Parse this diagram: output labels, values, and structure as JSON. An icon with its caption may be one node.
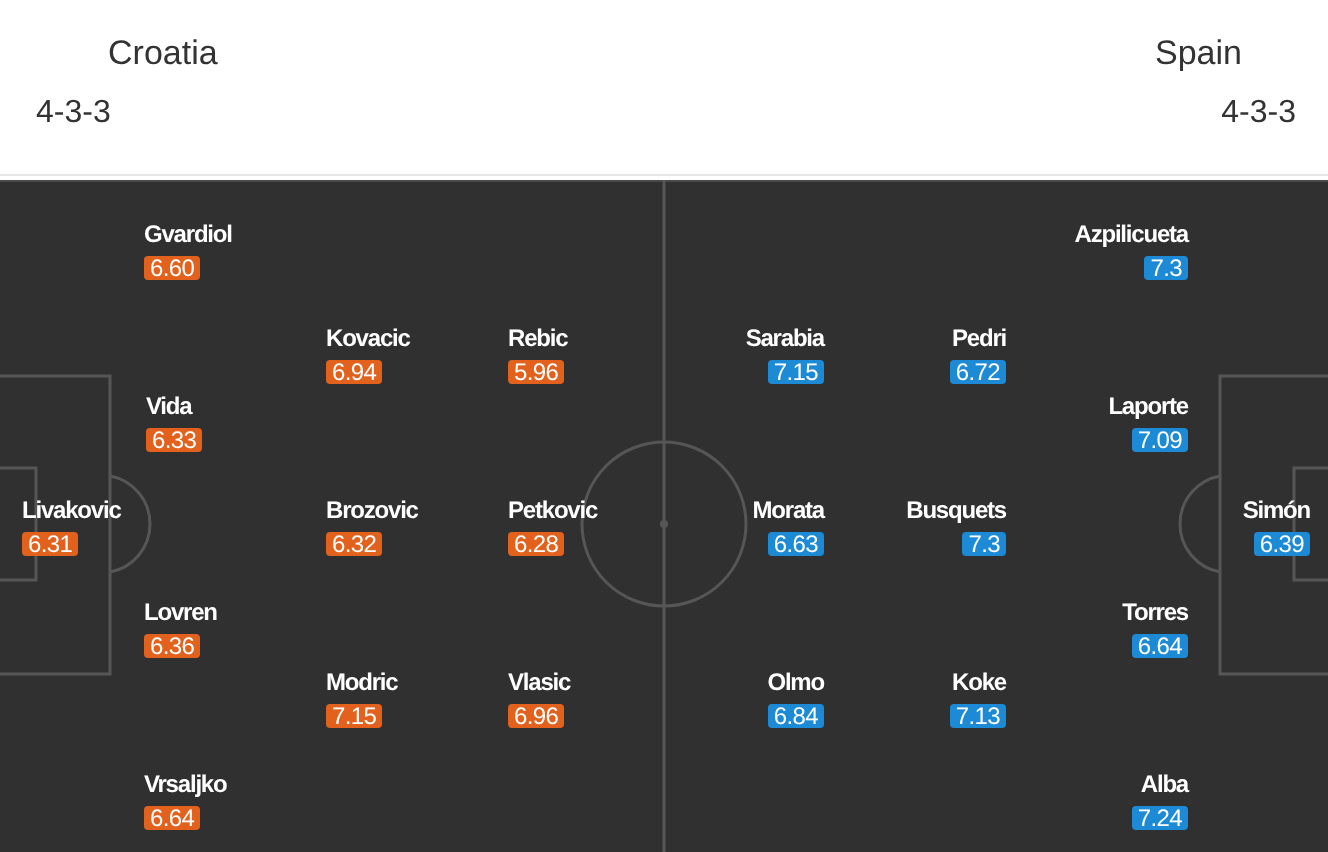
{
  "diagram": {
    "nodes": [
      {
        "text": [
          "Gvardiol",
          "6.60"
        ]
      },
      {
        "text": [
          "Azpilicueta",
          "7.3"
        ]
      },
      {
        "text": [
          "Kovacic",
          "6.94"
        ]
      },
      {
        "text": [
          "Rebic",
          "5.96"
        ]
      },
      {
        "text": [
          "Sarabia",
          "7.15"
        ]
      },
      {
        "text": [
          "Pedri",
          "6.72"
        ]
      },
      {
        "text": [
          "Vida",
          "6.33"
        ]
      },
      {
        "text": [
          "Laporte",
          "7.09"
        ]
      },
      {
        "text": [
          "Livakovic",
          "6.31"
        ]
      },
      {
        "text": [
          "Brozovic",
          "6.32"
        ]
      },
      {
        "text": [
          "Petkovic",
          "6.28"
        ]
      },
      {
        "text": [
          "Morata",
          "6.63"
        ]
      },
      {
        "text": [
          "Busquets",
          "7.3"
        ]
      },
      {
        "text": [
          "Simón",
          "6.39"
        ]
      },
      {
        "text": [
          "Lovren",
          "6.36"
        ]
      },
      {
        "text": [
          "Torres",
          "6.64"
        ]
      },
      {
        "text": [
          "Modric",
          "7.15"
        ]
      },
      {
        "text": [
          "Vlasic",
          "6.96"
        ]
      },
      {
        "text": [
          "Olmo",
          "6.84"
        ]
      },
      {
        "text": [
          "Koke",
          "7.13"
        ]
      },
      {
        "text": [
          "Vrsaljko",
          "6.64"
        ]
      },
      {
        "text": [
          "Alba",
          "7.24"
        ]
      }
    ],
    "labels": [
      "Croatia",
      "Spain",
      "4-3-3",
      "4-3-3"
    ]
  }
}
